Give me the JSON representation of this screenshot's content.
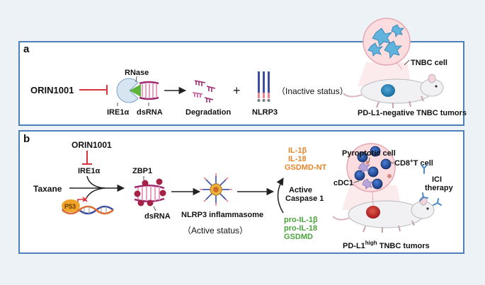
{
  "panel_a": {
    "label": "a",
    "drug": "ORIN1001",
    "rnase": "RNase",
    "ire1a": "IRE1α",
    "dsrna": "dsRNA",
    "degradation": "Degradation",
    "plus": "+",
    "nlrp3": "NLRP3",
    "inactive": "（Inactive status）",
    "tnbc_cell": "TNBC cell",
    "tumor_caption": "PD-L1-negative TNBC tumors"
  },
  "panel_b": {
    "label": "b",
    "drug": "ORIN1001",
    "ire1a": "IRE1α",
    "taxane": "Taxane",
    "p53": "P53",
    "zbp1": "ZBP1",
    "dsrna": "dsRNA",
    "inflammasome": "NLRP3 inflammasome",
    "active": "（Active status）",
    "mature_products": [
      "IL-1β",
      "IL-18",
      "GSDMD-NT"
    ],
    "caspase": [
      "Active",
      "Caspase 1"
    ],
    "precursors": [
      "pro-IL-1β",
      "pro-IL-18",
      "GSDMD"
    ],
    "pyroptotic": "Pyroptotic cell",
    "cd8_main": "CD8",
    "cd8_sup": "+",
    "cd8_tail": "T cell",
    "cdc1": "cDC1",
    "ici": [
      "ICI",
      "therapy"
    ],
    "tumor_main": "PD-L1",
    "tumor_sup": "high",
    "tumor_tail": " TNBC tumors"
  },
  "colors": {
    "frame": "#4d7fb8",
    "inhibitor": "#d9343b",
    "orange": "#e8862a",
    "green": "#4aa33a",
    "magenta": "#a0286e",
    "pink": "#e8a0c4",
    "bg": "#edf2f7"
  }
}
